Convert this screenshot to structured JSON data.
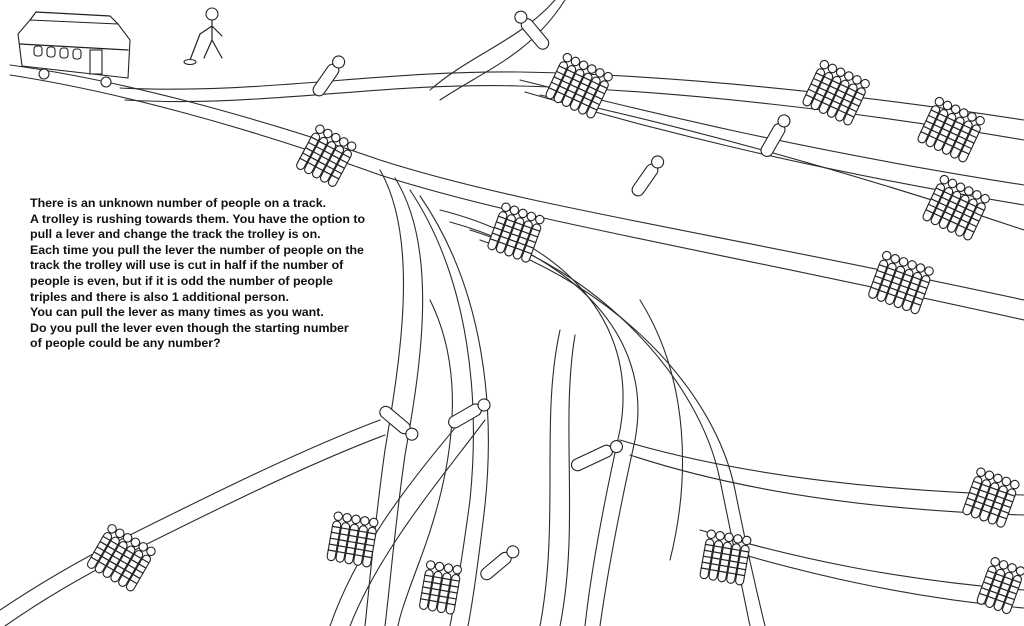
{
  "caption_lines": [
    "There is an unknown number of people on a track.",
    "A trolley is rushing towards them. You have the option to",
    "pull a lever and change the track the trolley is on.",
    "Each time you pull the lever the number of people on the",
    "track the trolley will use is cut in half if the number of",
    "people is even, but if it is odd the number of people",
    "triples and there is also 1 additional person.",
    "You can pull the lever as many times as you want.",
    "Do you pull the lever even though the starting number",
    "of people could be any number?"
  ],
  "colors": {
    "background": "#ffffff",
    "ink": "#222222",
    "text": "#111111"
  },
  "icons": [
    "trolley-icon",
    "lever-operator-icon",
    "tied-person-icon",
    "tied-group-icon"
  ]
}
